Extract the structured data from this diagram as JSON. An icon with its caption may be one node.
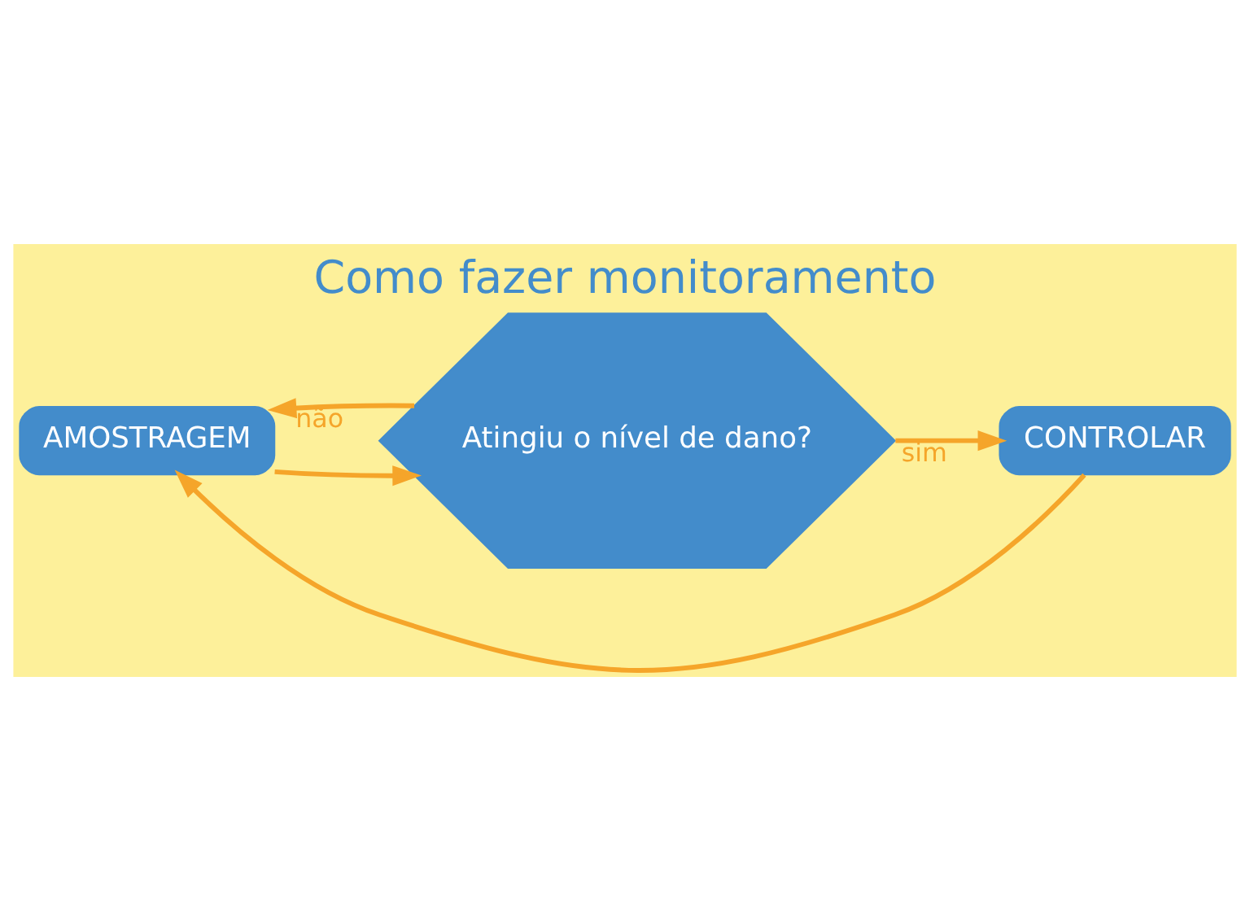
{
  "diagram": {
    "title": "Como fazer monitoramento",
    "nodes": [
      {
        "text": [
          "AMOSTRAGEM"
        ]
      },
      {
        "text": [
          "Atingiu o nível de dano?"
        ]
      },
      {
        "text": [
          "CONTROLAR"
        ]
      }
    ],
    "edges": [
      {
        "from": 0,
        "to": 1,
        "arrow": "to"
      },
      {
        "from": 1,
        "to": 2,
        "arrow": "to",
        "label": "sim"
      },
      {
        "from": 2,
        "to": 0,
        "arrow": "to"
      },
      {
        "from": 1,
        "to": 0,
        "arrow": "to",
        "label": "não"
      }
    ]
  }
}
